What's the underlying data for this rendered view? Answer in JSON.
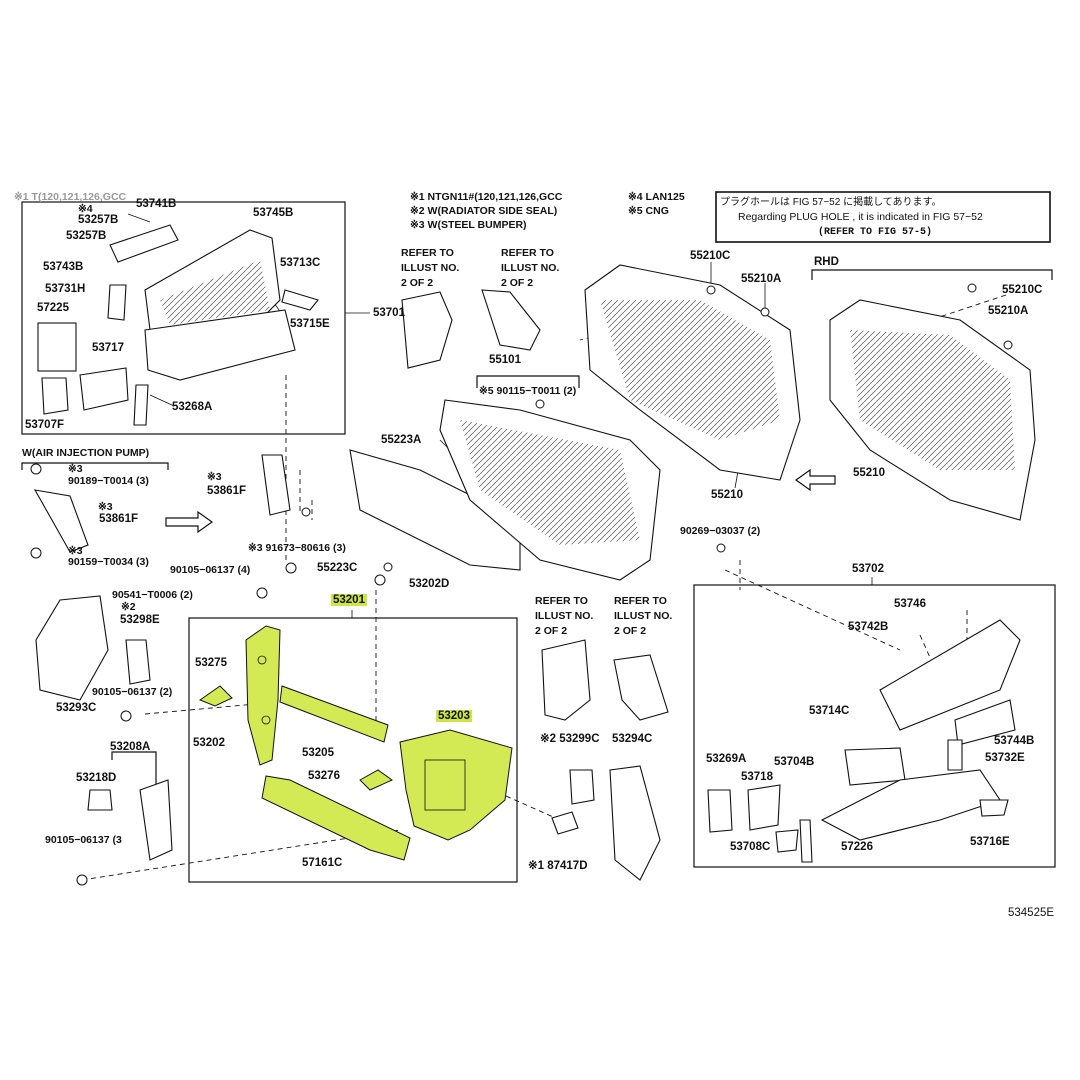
{
  "header": {
    "cond_left": "※1 T(120,121,126,GCC",
    "cond_a1": "※1 NTGN11#(120,121,126,GCC",
    "cond_a2": "※2 W(RADIATOR SIDE SEAL)",
    "cond_a3": "※3 W(STEEL BUMPER)",
    "cond_b1": "※4 LAN125",
    "cond_b2": "※5 CNG",
    "plug_jp": "プラグホールは FIG 57−52 に掲載してあります。",
    "plug_en": "Regarding  PLUG  HOLE , it is indicated in FIG  57−52",
    "plug_ref": "(REFER TO FIG 57-5)",
    "rhd": "RHD",
    "figure_number": "534525E"
  },
  "groups": {
    "g53701": "53701",
    "g53702": "53702",
    "g53201": "53201",
    "g55101": "55101",
    "air_injection": "W(AIR INJECTION PUMP)"
  },
  "refer_notes": [
    {
      "l1": "REFER TO",
      "l2": "ILLUST NO.",
      "l3": "2 OF 2"
    },
    {
      "l1": "REFER TO",
      "l2": "ILLUST NO.",
      "l3": "2 OF 2"
    },
    {
      "l1": "REFER TO",
      "l2": "ILLUST NO.",
      "l3": "2 OF 2"
    },
    {
      "l1": "REFER TO",
      "l2": "ILLUST NO.",
      "l3": "2 OF 2"
    }
  ],
  "labels": {
    "p53741B": "53741B",
    "p53257B_a": "53257B",
    "p53257B_b": "53257B",
    "p53745B": "53745B",
    "p53743B": "53743B",
    "p53713C": "53713C",
    "p53731H": "53731H",
    "p57225": "57225",
    "p53715E": "53715E",
    "p53717": "53717",
    "p53707F": "53707F",
    "p53268A": "53268A",
    "p90189": "90189−T0014 (3)",
    "p53861F_a": "53861F",
    "p53861F_b": "53861F",
    "p90159": "90159−T0034 (3)",
    "p91673": "※3 91673−80616 (3)",
    "p90105_a": "90105−06137 (4)",
    "p90541": "90541−T0006 (2)",
    "p53298E": "53298E",
    "p53293C": "53293C",
    "p90105_b": "90105−06137 (2)",
    "p53208A": "53208A",
    "p53218D": "53218D",
    "p90105_c": "90105−06137 (3",
    "p53275": "53275",
    "p53202": "53202",
    "p53205": "53205",
    "p53276": "53276",
    "p53203": "53203",
    "p57161C": "57161C",
    "p55223A": "55223A",
    "p55223C": "55223C",
    "p53202D": "53202D",
    "p90115": "※5 90115−T0011 (2)",
    "p55210C_a": "55210C",
    "p55210A_a": "55210A",
    "p55210_a": "55210",
    "p55210C_b": "55210C",
    "p55210A_b": "55210A",
    "p55210_b": "55210",
    "p90269": "90269−03037 (2)",
    "p53746": "53746",
    "p53742B": "53742B",
    "p53714C": "53714C",
    "p53744B": "53744B",
    "p53269A": "53269A",
    "p53704B": "53704B",
    "p53732E": "53732E",
    "p53718": "53718",
    "p53708C": "53708C",
    "p57226": "57226",
    "p53716E": "53716E",
    "p53299C": "※2 53299C",
    "p53294C": "53294C",
    "p187417D": "※1 87417D"
  },
  "marks": {
    "m4": "※4",
    "m3a": "※3",
    "m3b": "※3",
    "m3c": "※3",
    "m3d": "※3",
    "m2": "※2"
  },
  "highlight_color": "#cde642"
}
